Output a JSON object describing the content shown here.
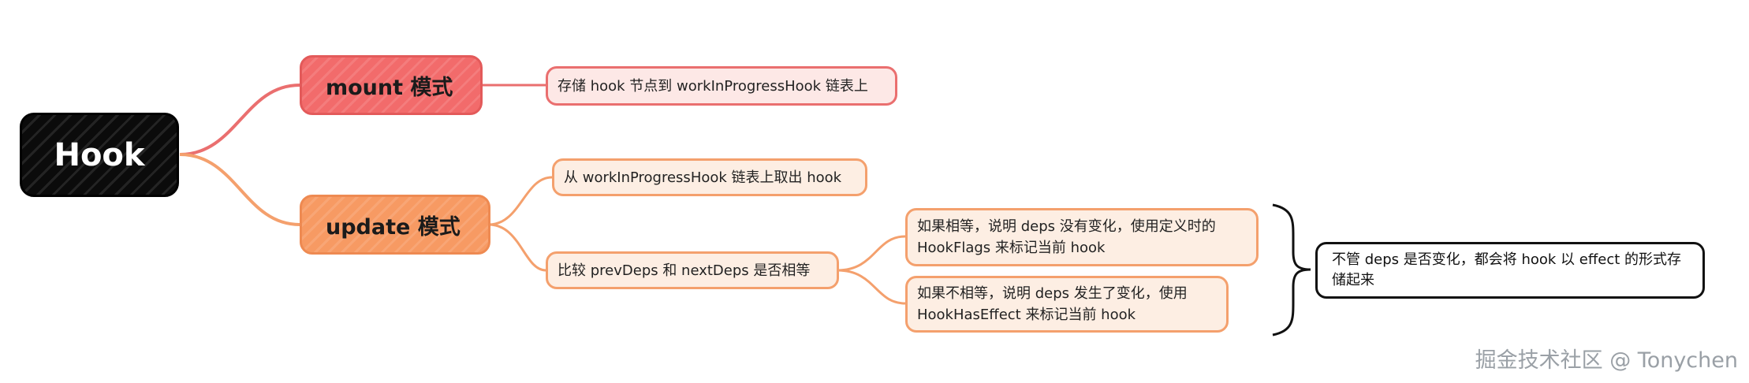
{
  "mindmap": {
    "root": "Hook",
    "mount": {
      "label": "mount 模式",
      "children": [
        "存储 hook 节点到 workInProgressHook 链表上"
      ]
    },
    "update": {
      "label": "update 模式",
      "children": [
        "从 workInProgressHook 链表上取出 hook",
        "比较 prevDeps 和 nextDeps 是否相等"
      ],
      "compare_results": [
        "如果相等，说明 deps 没有变化，使用定义时的 HookFlags 来标记当前 hook",
        "如果不相等，说明 deps 发生了变化，使用 HookHasEffect 来标记当前 hook"
      ]
    },
    "summary": "不管 deps 是否变化，都会将 hook 以 effect 的形式存储起来"
  },
  "watermark": "掘金技术社区 @ Tonychen",
  "colors": {
    "root": "#0b0b0b",
    "mount": "#f26b6b",
    "update": "#f79a63",
    "mount_link": "#ea6f6f",
    "update_link": "#f4a06d"
  }
}
